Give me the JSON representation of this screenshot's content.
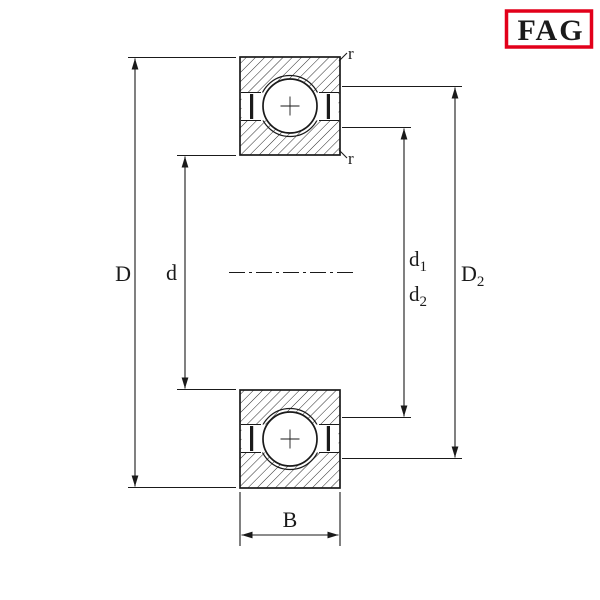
{
  "logo": {
    "text": "FAG",
    "color": "#e2001a"
  },
  "drawing": {
    "type": "deep-groove-ball-bearing-cross-section",
    "line_color": "#1a1a1a",
    "dimension_labels": {
      "outer_diameter": "D",
      "bore_diameter": "d",
      "d1": {
        "base": "d",
        "sub": "1"
      },
      "d2": {
        "base": "d",
        "sub": "2"
      },
      "D2": {
        "base": "D",
        "sub": "2"
      },
      "width": "B",
      "corner_radius_top": "r",
      "corner_radius_bottom": "r"
    }
  }
}
